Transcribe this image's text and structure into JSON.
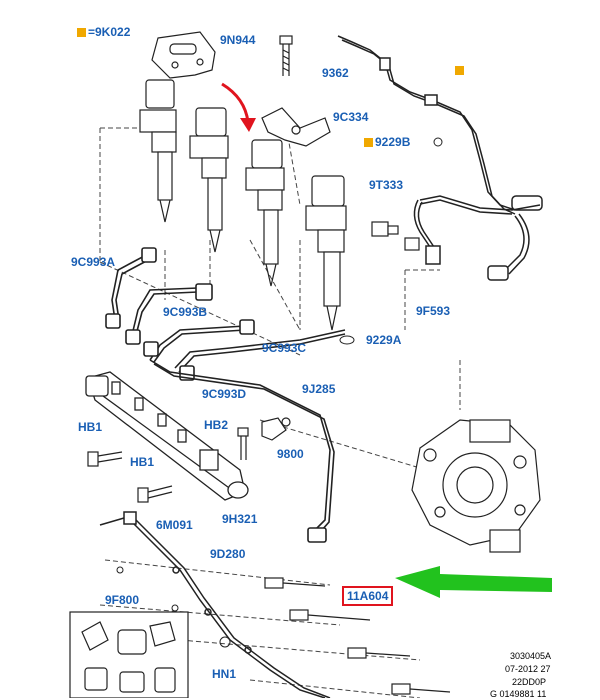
{
  "labels": {
    "key": "=9K022",
    "9N944": "9N944",
    "9362": "9362",
    "9C334": "9C334",
    "9229B": "9229B",
    "9T333": "9T333",
    "9C993A": "9C993A",
    "9C993B": "9C993B",
    "9F593": "9F593",
    "9229A": "9229A",
    "9C993C": "9C993C",
    "9J285": "9J285",
    "9C993D": "9C993D",
    "HB1a": "HB1",
    "HB2": "HB2",
    "9800": "9800",
    "HB1b": "HB1",
    "9H321": "9H321",
    "6M091": "6M091",
    "9D280": "9D280",
    "11A604": "11A604",
    "9F800": "9F800",
    "HN1": "HN1"
  },
  "footer": {
    "line1": "3030405A",
    "line2": "07-2012 27",
    "line3": "22DD0P",
    "line4": "G 0149881 11"
  },
  "colors": {
    "label": "#1a5fb4",
    "highlight_box": "#e0141e",
    "arrow_red": "#e0141e",
    "arrow_green": "#22c21e",
    "key_marker": "#f0a800"
  }
}
